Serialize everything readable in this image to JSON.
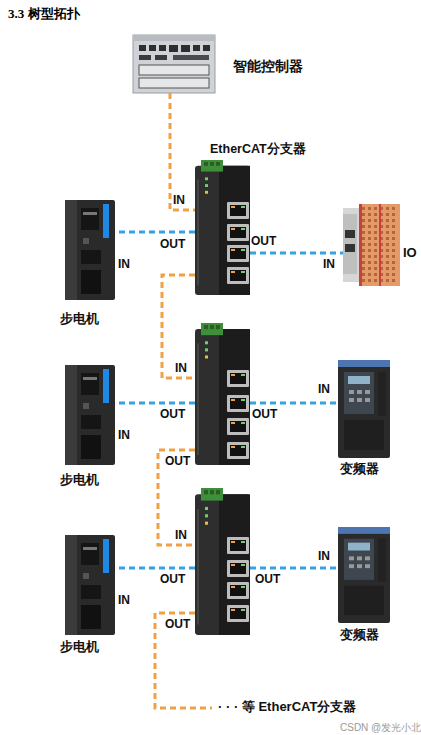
{
  "diagram": {
    "title": "3.3 树型拓扑",
    "nodes": [
      {
        "text": [
          "智能控制器"
        ]
      },
      {
        "text": [
          "EtherCAT分支器",
          "IN",
          "OUT",
          "OUT"
        ]
      },
      {
        "text": [
          "IN",
          "步电机"
        ]
      },
      {
        "text": [
          "IN",
          "IO"
        ]
      },
      {
        "text": [
          "IN",
          "OUT",
          "OUT",
          "OUT"
        ]
      },
      {
        "text": [
          "IN",
          "步电机"
        ]
      },
      {
        "text": [
          "IN",
          "变频器"
        ]
      },
      {
        "text": [
          "IN",
          "OUT",
          "OUT",
          "OUT"
        ]
      },
      {
        "text": [
          "IN",
          "步电机"
        ]
      },
      {
        "text": [
          "IN",
          "变频器"
        ]
      }
    ],
    "edges": [
      {
        "from": 0,
        "to": 1,
        "arrow": "none"
      },
      {
        "from": 1,
        "to": 2,
        "arrow": "none"
      },
      {
        "from": 1,
        "to": 3,
        "arrow": "none"
      },
      {
        "from": 1,
        "to": 4,
        "arrow": "none"
      },
      {
        "from": 4,
        "to": 5,
        "arrow": "none"
      },
      {
        "from": 4,
        "to": 6,
        "arrow": "none"
      },
      {
        "from": 4,
        "to": 7,
        "arrow": "none"
      },
      {
        "from": 7,
        "to": 8,
        "arrow": "none"
      },
      {
        "from": 7,
        "to": 9,
        "arrow": "none"
      }
    ],
    "labels": [
      "· · · 等 EtherCAT分支器",
      "CSDN @发光小北"
    ]
  }
}
